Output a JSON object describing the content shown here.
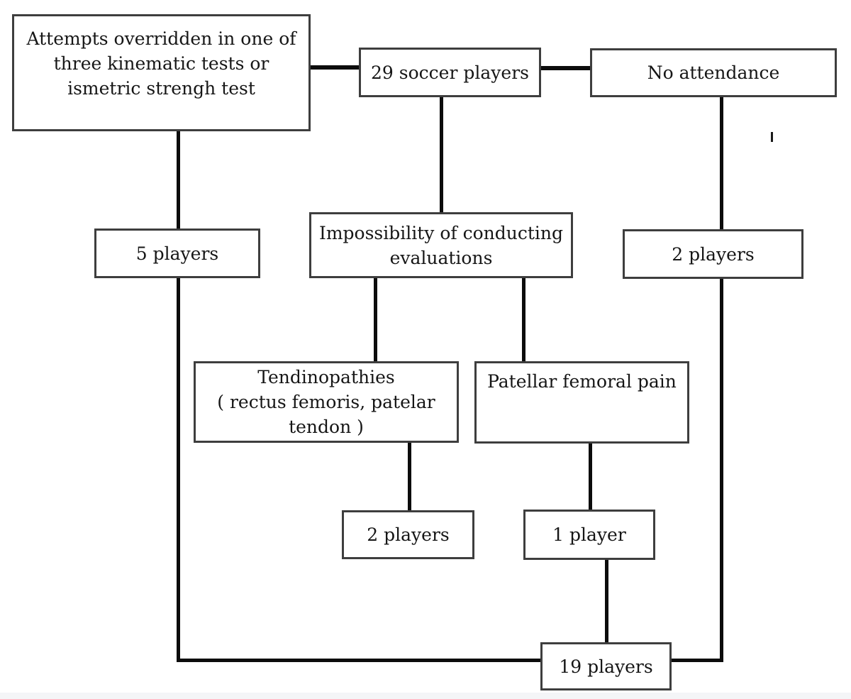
{
  "diagram": {
    "description": "Soccer players inclusion flow diagram",
    "nodes": {
      "attempts_overridden": {
        "label": "Attempts overridden in one of three kinematic tests or ismetric strengh test"
      },
      "soccer_players": {
        "label": "29 soccer players"
      },
      "no_attendance": {
        "label": "No attendance"
      },
      "five_players": {
        "label": "5 players"
      },
      "impossibility": {
        "label": "Impossibility of conducting evaluations"
      },
      "two_players_no_attendance": {
        "label": "2 players"
      },
      "tendinopathies": {
        "title": "Tendinopathies",
        "subtitle": "( rectus femoris, patelar tendon )"
      },
      "patellar_femoral_pain": {
        "label": "Patellar femoral pain"
      },
      "two_players_tendinopathies": {
        "label": "2 players"
      },
      "one_player": {
        "label": "1 player"
      },
      "nineteen_players": {
        "label": "19 players"
      }
    },
    "edges": [
      {
        "from": "attempts_overridden",
        "to": "soccer_players"
      },
      {
        "from": "soccer_players",
        "to": "no_attendance"
      },
      {
        "from": "attempts_overridden",
        "to": "five_players"
      },
      {
        "from": "soccer_players",
        "to": "impossibility"
      },
      {
        "from": "no_attendance",
        "to": "two_players_no_attendance"
      },
      {
        "from": "impossibility",
        "to": "tendinopathies"
      },
      {
        "from": "impossibility",
        "to": "patellar_femoral_pain"
      },
      {
        "from": "tendinopathies",
        "to": "two_players_tendinopathies"
      },
      {
        "from": "patellar_femoral_pain",
        "to": "one_player"
      },
      {
        "from": "five_players",
        "to": "nineteen_players"
      },
      {
        "from": "one_player",
        "to": "nineteen_players"
      },
      {
        "from": "two_players_no_attendance",
        "to": "nineteen_players"
      }
    ],
    "colors": {
      "box_border": "#3e3e3e",
      "connector_line": "#0c0c0c",
      "text": "#161616",
      "background": "#ffffff",
      "footer_strip": "#f4f5f7"
    }
  }
}
